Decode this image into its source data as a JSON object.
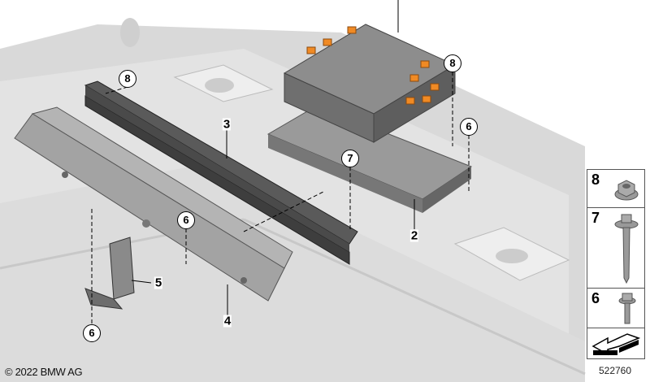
{
  "diagram": {
    "callouts": [
      {
        "id": "8",
        "kind": "circle"
      },
      {
        "id": "8",
        "kind": "circle"
      },
      {
        "id": "6",
        "kind": "circle"
      },
      {
        "id": "7",
        "kind": "circle"
      },
      {
        "id": "6",
        "kind": "circle"
      },
      {
        "id": "6",
        "kind": "circle"
      }
    ],
    "labels": [
      "3",
      "2",
      "5",
      "4"
    ]
  },
  "legend": {
    "items": [
      {
        "num": "8",
        "icon": "flange-nut-icon"
      },
      {
        "num": "7",
        "icon": "long-bolt-icon"
      },
      {
        "num": "6",
        "icon": "short-screw-icon"
      }
    ],
    "arrow_icon": "direction-arrow-icon"
  },
  "part_number": "522760",
  "copyright": "© 2022 BMW AG",
  "colors": {
    "background": "#d9d9d9",
    "panel": "#e6e6e6",
    "connector": "#f08a24",
    "bar": "#4a4a4a"
  }
}
